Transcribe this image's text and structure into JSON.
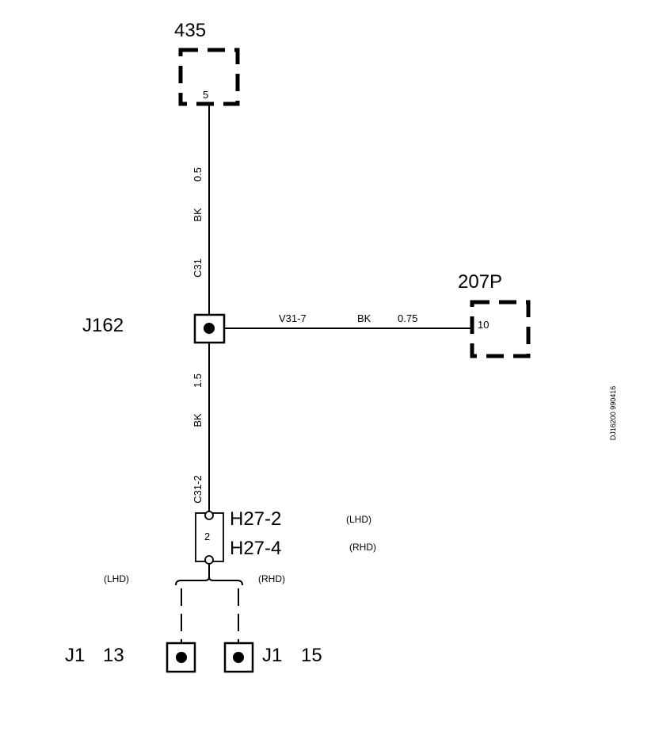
{
  "components": {
    "c435": {
      "label": "435",
      "pin": "5"
    },
    "c207p": {
      "label": "207P",
      "pin": "10"
    },
    "j162": {
      "label": "J162"
    },
    "h27": {
      "label_a": "H27-2",
      "label_b": "H27-4",
      "pin": "2",
      "note_a": "(LHD)",
      "note_b": "(RHD)"
    },
    "j1_13": {
      "label": "J1",
      "pin": "13"
    },
    "j1_15": {
      "label": "J1",
      "pin": "15"
    }
  },
  "wires": {
    "top": {
      "size": "0.5",
      "color": "BK",
      "circuit": "C31"
    },
    "right": {
      "circuit": "V31-7",
      "color": "BK",
      "size": "0.75"
    },
    "bottom": {
      "size": "1.5",
      "color": "BK",
      "circuit": "C31-2"
    }
  },
  "branch": {
    "left_note": "(LHD)",
    "right_note": "(RHD)"
  },
  "drawing_code": "DJ16200 990416",
  "colors": {
    "ink": "#000000",
    "background": "#ffffff"
  }
}
